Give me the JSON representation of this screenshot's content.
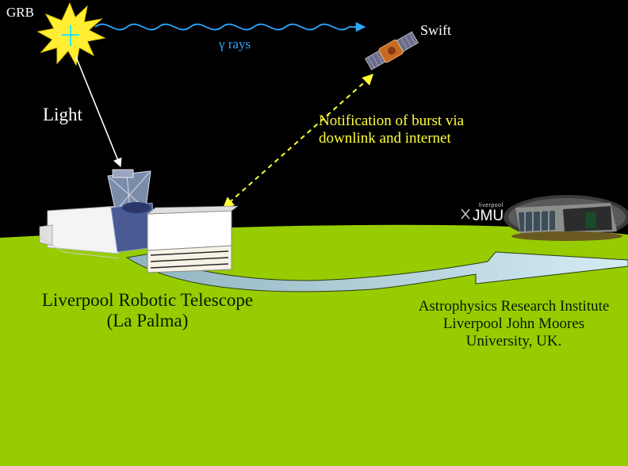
{
  "labels": {
    "grb": "GRB",
    "gamma_rays": "γ rays",
    "swift": "Swift",
    "light": "Light",
    "notification_line1": "Notification of burst via",
    "notification_line2": "downlink and internet",
    "telescope_line1": "Liverpool Robotic Telescope",
    "telescope_line2": "(La Palma)",
    "institute_line1": "Astrophysics Research Institute",
    "institute_line2": "Liverpool John Moores",
    "institute_line3": "University, UK.",
    "jmu_small": "liverpool",
    "jmu_logo": "JMU"
  },
  "colors": {
    "sky": "#000000",
    "ground": "#97cc00",
    "sun": "#ffee33",
    "gamma_wave": "#2fa8ff",
    "notification": "#ffff3a",
    "data_flow_arrow": "#c8e6ee"
  },
  "icons": [
    "grb-burst-icon",
    "swift-satellite-icon",
    "telescope-building-icon",
    "jmu-building-icon"
  ]
}
